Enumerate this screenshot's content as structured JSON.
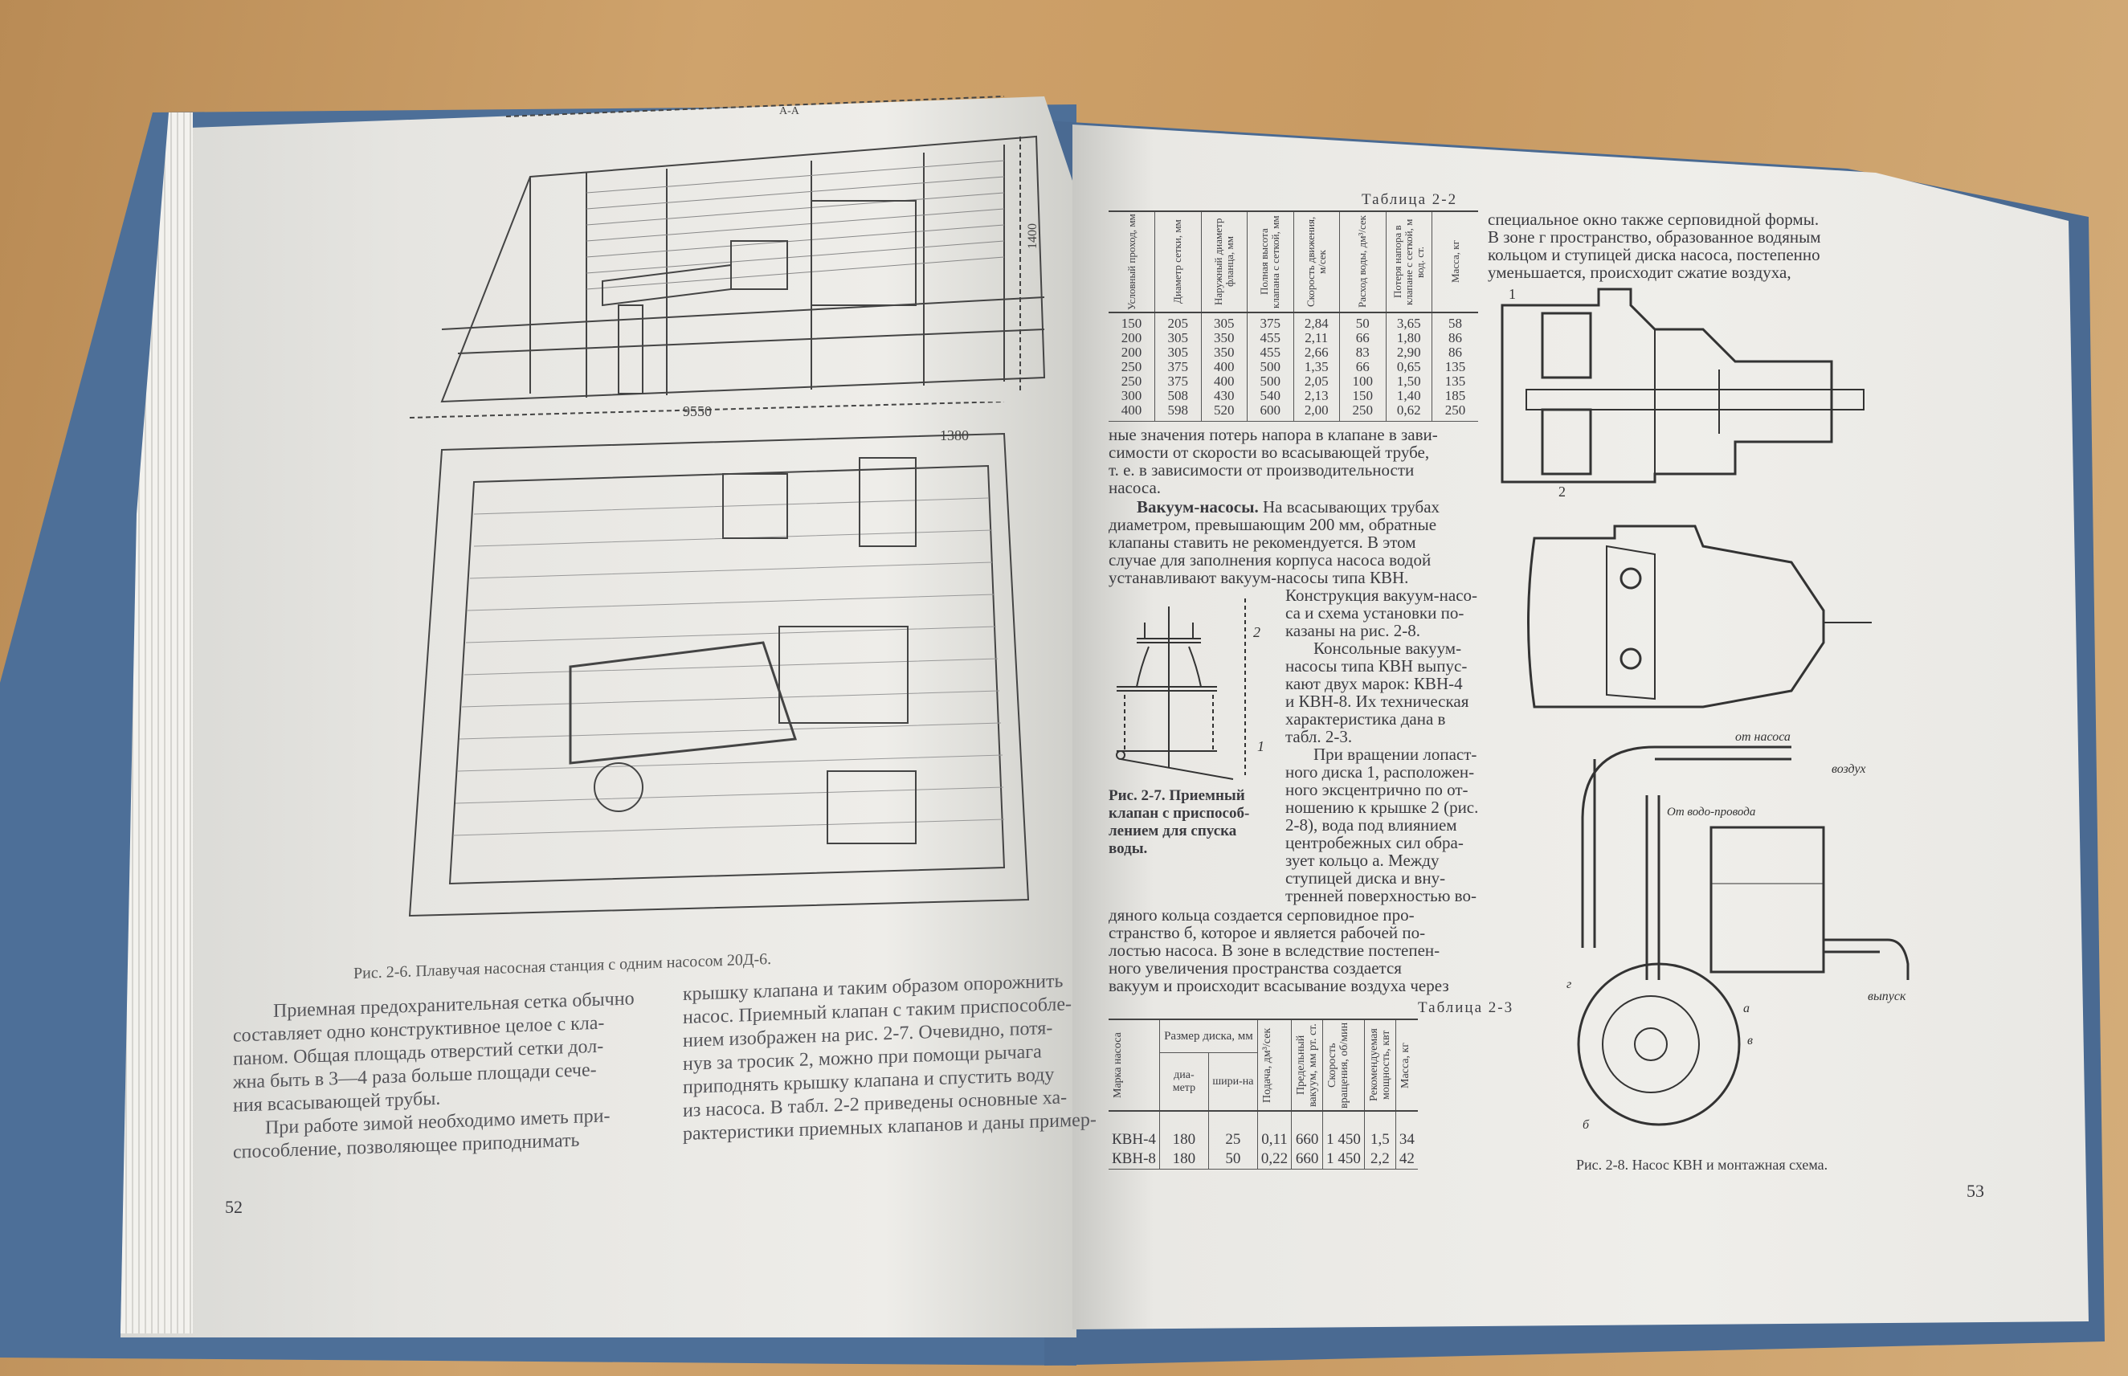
{
  "left_page": {
    "figure_2_6": {
      "caption": "Рис. 2-6. Плавучая насосная станция с одним насосом 20Д-6.",
      "section_label": "А-А",
      "dim_length": "9550",
      "dim_width": "1380",
      "dim_height": "1400"
    },
    "col1": [
      "Приемная предохранительная сетка обычно",
      "составляет одно конструктивное целое с кла-",
      "паном. Общая площадь отверстий сетки дол-",
      "жна быть в 3—4 раза больше площади сече-",
      "ния всасывающей трубы.",
      "При работе зимой необходимо иметь при-",
      "способление, позволяющее приподнимать"
    ],
    "col2": [
      "крышку клапана и таким образом опорожнить",
      "насос. Приемный клапан с таким приспособле-",
      "нием изображен на рис. 2-7. Очевидно, потя-",
      "нув за тросик 2, можно при помощи рычага",
      "приподнять крышку клапана и спустить воду",
      "из насоса. В табл. 2-2 приведены основные ха-",
      "рактеристики приемных клапанов и даны пример-"
    ],
    "page_number": "52"
  },
  "right_page": {
    "table_2_2": {
      "title": "Таблица 2-2",
      "headers": [
        "Условный проход, мм",
        "Диаметр сетки, мм",
        "Наружный диаметр фланца, мм",
        "Полная высота клапана с сеткой, мм",
        "Скорость движения, м/сек",
        "Расход воды, дм³/сек",
        "Потеря напора в клапане с сеткой, м вод. ст.",
        "Масса, кг"
      ],
      "columns": [
        [
          "150",
          "200",
          "200",
          "250",
          "250",
          "300",
          "400"
        ],
        [
          "205",
          "305",
          "305",
          "375",
          "375",
          "508",
          "598"
        ],
        [
          "305",
          "350",
          "350",
          "400",
          "400",
          "430",
          "520"
        ],
        [
          "375",
          "455",
          "455",
          "500",
          "500",
          "540",
          "600"
        ],
        [
          "2,84",
          "2,11",
          "2,66",
          "1,35",
          "2,05",
          "2,13",
          "2,00"
        ],
        [
          "50",
          "66",
          "83",
          "66",
          "100",
          "150",
          "250"
        ],
        [
          "3,65",
          "1,80",
          "2,90",
          "0,65",
          "1,50",
          "1,40",
          "0,62"
        ],
        [
          "58",
          "86",
          "86",
          "135",
          "135",
          "185",
          "250"
        ]
      ]
    },
    "text_top_right": [
      "специальное окно также серповидной формы.",
      "В зоне г пространство, образованное водяным",
      "кольцом и ступицей диска насоса, постепенно",
      "уменьшается, происходит сжатие воздуха,"
    ],
    "text_after_table": [
      "ные значения потерь напора в клапане в зави-",
      "симости от скорости во всасывающей трубе,",
      "т. е. в зависимости от производительности",
      "насоса."
    ],
    "vacuum_heading": "Вакуум-насосы.",
    "vacuum_lines": [
      "На всасывающих трубах",
      "диаметром, превышающим 200 мм, обратные",
      "клапаны ставить не рекомендуется. В этом",
      "случае для заполнения корпуса насоса водой",
      "устанавливают вакуум-насосы типа КВН."
    ],
    "side_lines": [
      "Конструкция вакуум-насо-",
      "са и схема установки по-",
      "казаны на рис. 2-8.",
      "Консольные вакуум-",
      "насосы типа КВН выпус-",
      "кают двух марок: КВН-4",
      "и КВН-8. Их техническая",
      "характеристика дана в",
      "табл. 2-3.",
      "При вращении лопаст-",
      "ного диска 1, расположен-",
      "ного эксцентрично по от-",
      "ношению к крышке 2 (рис.",
      "2-8), вода под влиянием",
      "центробежных сил обра-",
      "зует кольцо а. Между",
      "ступицей диска и вну-",
      "тренней поверхностью во-"
    ],
    "full_lines": [
      "дяного кольца создается серповидное про-",
      "странство б, которое и является рабочей по-",
      "лостью насоса. В зоне в вследствие постепен-",
      "ного увеличения пространства создается",
      "вакуум и происходит всасывание воздуха через"
    ],
    "figure_2_7": {
      "caption": [
        "Рис. 2-7. Приемный",
        "клапан с приспособ-",
        "лением для спуска",
        "воды."
      ],
      "label_1": "1",
      "label_2": "2"
    },
    "figure_2_8": {
      "caption": "Рис. 2-8. Насос КВН и монтажная схема.",
      "label_1": "1",
      "label_2": "2",
      "from_pump": "от насоса",
      "air": "воздух",
      "from_water": "От водо-провода",
      "outlet": "выпуск",
      "label_a": "а",
      "label_b": "б",
      "label_v": "в",
      "label_g": "г"
    },
    "table_2_3": {
      "title": "Таблица 2-3",
      "h_brand": "Марка насоса",
      "h_disk": "Размер диска, мм",
      "h_diam": "диа-метр",
      "h_width": "шири-на",
      "h_flow": "Подача, дм³/сек",
      "h_vacuum": "Предельный вакуум, мм рт. ст.",
      "h_speed": "Скорость вращения, об/мин",
      "h_power": "Рекомендуемая мощность, квт",
      "h_mass": "Масса, кг",
      "rows": [
        [
          "КВН-4",
          "180",
          "25",
          "0,11",
          "660",
          "1 450",
          "1,5",
          "34"
        ],
        [
          "КВН-8",
          "180",
          "50",
          "0,22",
          "660",
          "1 450",
          "2,2",
          "42"
        ]
      ]
    },
    "page_number": "53"
  }
}
